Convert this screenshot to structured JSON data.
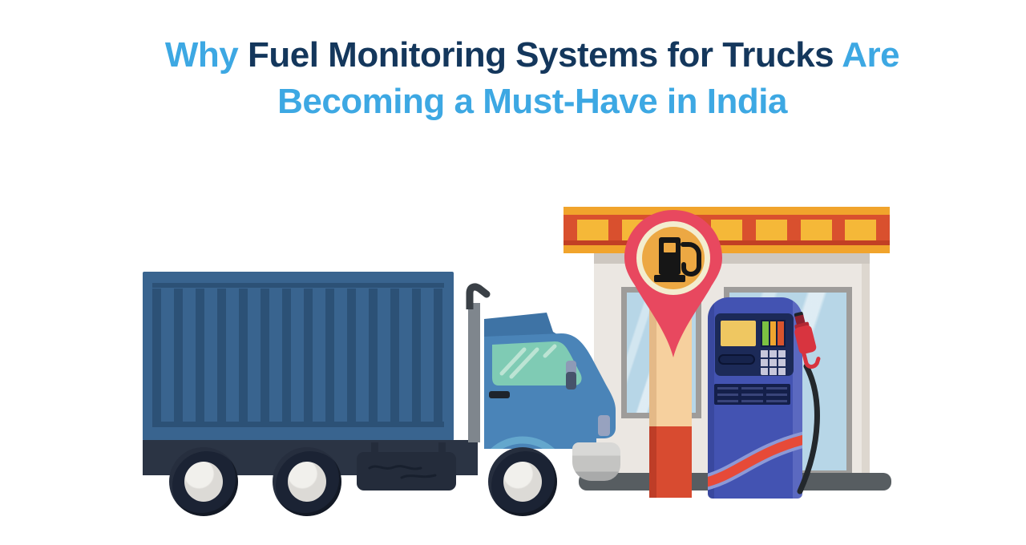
{
  "title": {
    "part1": "Why",
    "part2": " Fuel Monitoring Systems for Trucks",
    "part3": " Are",
    "line2": "Becoming a Must-Have in India"
  },
  "colors": {
    "title_accent": "#3DA8E3",
    "title_dark": "#14375C",
    "canopy_orange": "#F1A42C",
    "canopy_red": "#D9502E",
    "canopy_panel_yellow": "#F5B838",
    "building_wall": "#EBE7E2",
    "window_glass": "#B7D6E7",
    "sidewalk_gray": "#575D61",
    "pin_red": "#E8485F",
    "pin_ring_cream": "#F3EDCF",
    "pin_badge_amber": "#ECA843",
    "pillar_tan": "#F6D09E",
    "pillar_red": "#D84B30",
    "pump_body_blue": "#4353B2",
    "pump_panel_navy": "#1C2A58",
    "pump_screen_yellow": "#EFC761",
    "pump_wave_red": "#E64A38",
    "nozzle_red": "#D8343F",
    "hose_black": "#23282C",
    "truck_container_blue": "#39648F",
    "truck_rib_blue": "#2C5176",
    "truck_cab_blue": "#4A84B8",
    "cab_window_teal": "#7FCBB4",
    "chassis_dark": "#2B3444",
    "tire_dark": "#1B2334",
    "hub_light": "#DCDAD6"
  },
  "icons": [
    "fuel-location-pin-icon",
    "fuel-pump-glyph-icon",
    "fuel-dispenser-icon",
    "fuel-nozzle-icon",
    "cargo-truck-icon",
    "gas-station-icon"
  ]
}
